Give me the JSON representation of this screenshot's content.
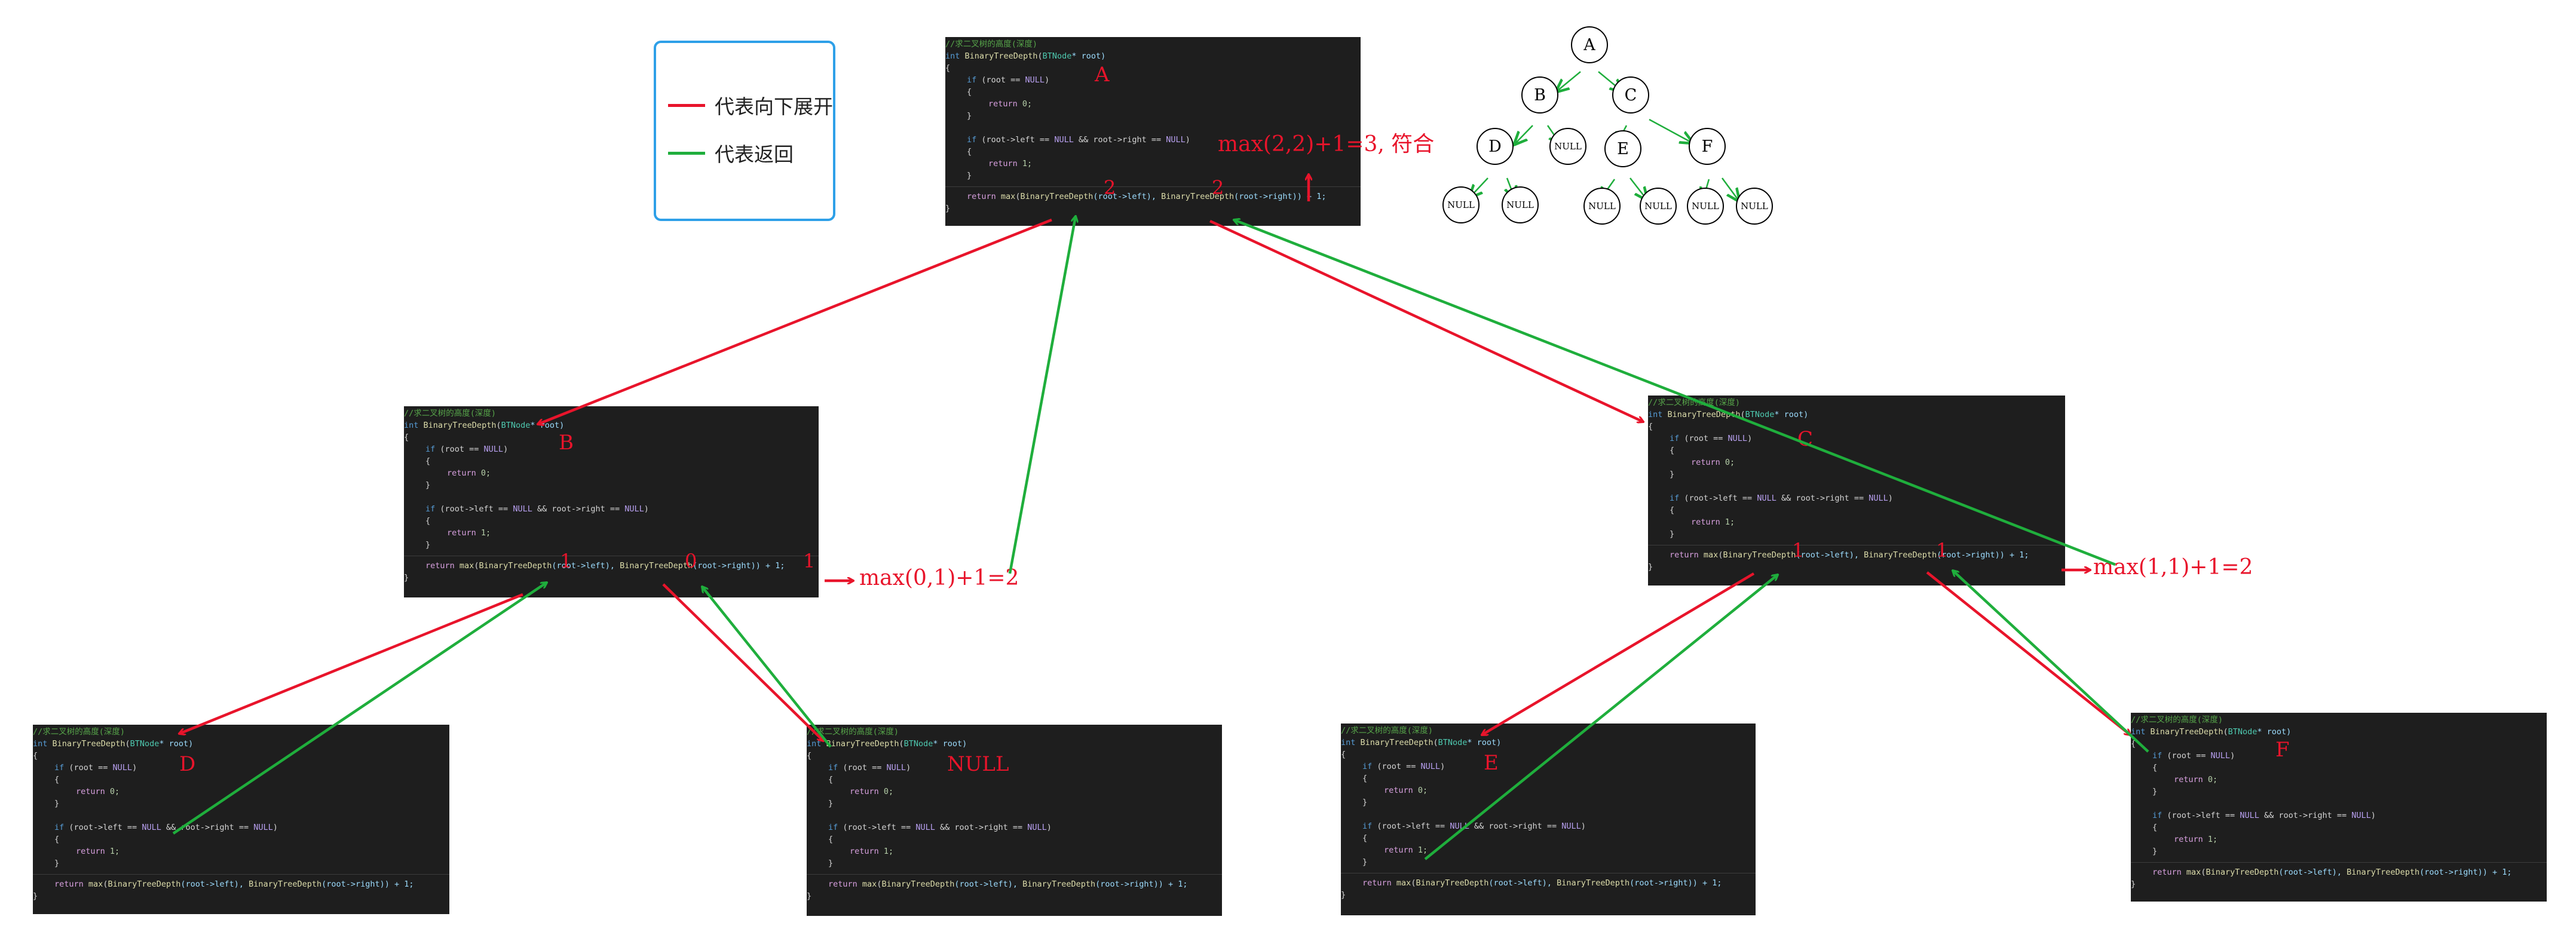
{
  "legend": {
    "down_label": "代表向下展开",
    "return_label": "代表返回",
    "down_color": "#e8142b",
    "return_color": "#1fae3c"
  },
  "code": {
    "comment": "//求二叉树的高度(深度)",
    "kw_int": "int",
    "fn_name": "BinaryTreeDepth",
    "param_type": "BTNode",
    "param_rest": "* root)",
    "brace_open": "{",
    "brace_close": "}",
    "kw_if": "if",
    "cond1_open": " (root == ",
    "null_kw": "NULL",
    "close_paren": ")",
    "kw_return": "return",
    "ret0": " 0;",
    "ret1": " 1;",
    "cond2_a": " (root->left == ",
    "cond2_b": " && root->right == ",
    "ret_max": "max",
    "ret_tail_a": "(",
    "ret_tail_b": "(root->left), ",
    "ret_tail_c": "(root->right)) + 1;",
    "line_open_paren": "(",
    "paren_space": " "
  },
  "windows": [
    {
      "id": "A",
      "label": "A"
    },
    {
      "id": "B",
      "label": "B"
    },
    {
      "id": "C",
      "label": "C"
    },
    {
      "id": "D",
      "label": "D"
    },
    {
      "id": "NULL",
      "label": "NULL"
    },
    {
      "id": "E",
      "label": "E"
    },
    {
      "id": "F",
      "label": "F"
    }
  ],
  "annotations": {
    "a_left": "2",
    "a_right": "2",
    "a_result": "max(2,2)+1=3, 符合",
    "b_left": "1",
    "b_right": "0",
    "b_ret": "1",
    "b_result": "max(0,1)+1=2",
    "c_left": "1",
    "c_right": "1",
    "c_result": "max(1,1)+1=2"
  },
  "tree": {
    "nodes": {
      "A": "A",
      "B": "B",
      "C": "C",
      "D": "D",
      "E": "E",
      "F": "F",
      "null": "NULL"
    }
  }
}
